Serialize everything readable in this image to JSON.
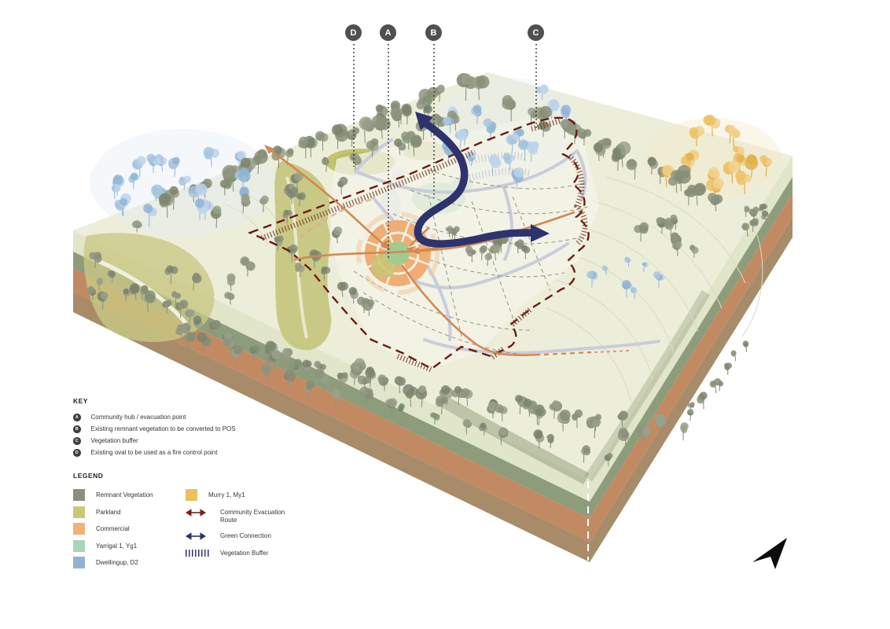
{
  "section_markers": [
    {
      "label": "D"
    },
    {
      "label": "A"
    },
    {
      "label": "B"
    },
    {
      "label": "C"
    }
  ],
  "key": {
    "title": "KEY",
    "items": [
      {
        "badge": "A",
        "text": "Community hub / evacuation point"
      },
      {
        "badge": "B",
        "text": "Existing remnant vegetation to be converted to POS"
      },
      {
        "badge": "C",
        "text": "Vegetation buffer"
      },
      {
        "badge": "D",
        "text": "Existing oval to be used as a fire control point"
      }
    ]
  },
  "legend": {
    "title": "LEGEND",
    "col1": [
      {
        "label": "Remnant Vegetation",
        "color": "#8b9178"
      },
      {
        "label": "Parkland",
        "color": "#cbc778"
      },
      {
        "label": "Commercial",
        "color": "#f1b179"
      },
      {
        "label": "Yarrigal 1, Yg1",
        "color": "#abd4b8"
      },
      {
        "label": "Dwellingup, D2",
        "color": "#8fb4d3"
      }
    ],
    "col2_swatch": {
      "label": "Murry 1, My1",
      "color": "#e9c25e"
    },
    "symbols": [
      {
        "label": "Community Evacuation Route",
        "type": "double-arrow",
        "color": "#7a1e18"
      },
      {
        "label": "Green Connection",
        "type": "double-arrow",
        "color": "#2d3268"
      },
      {
        "label": "Vegetation Buffer",
        "type": "hatch",
        "color": "#2d3268"
      }
    ]
  },
  "palette": {
    "terrain_surface": "#edeeda",
    "strata": [
      "#e1e5c9",
      "#8d9c7b",
      "#c28a62",
      "#a88c6a"
    ],
    "boundary_red": "#6b1b12",
    "route_orange": "#d08a54",
    "green_connection_navy": "#2e336e",
    "road_lavender": "#c9ccd9"
  },
  "icons": {
    "compass": "north-arrow"
  }
}
